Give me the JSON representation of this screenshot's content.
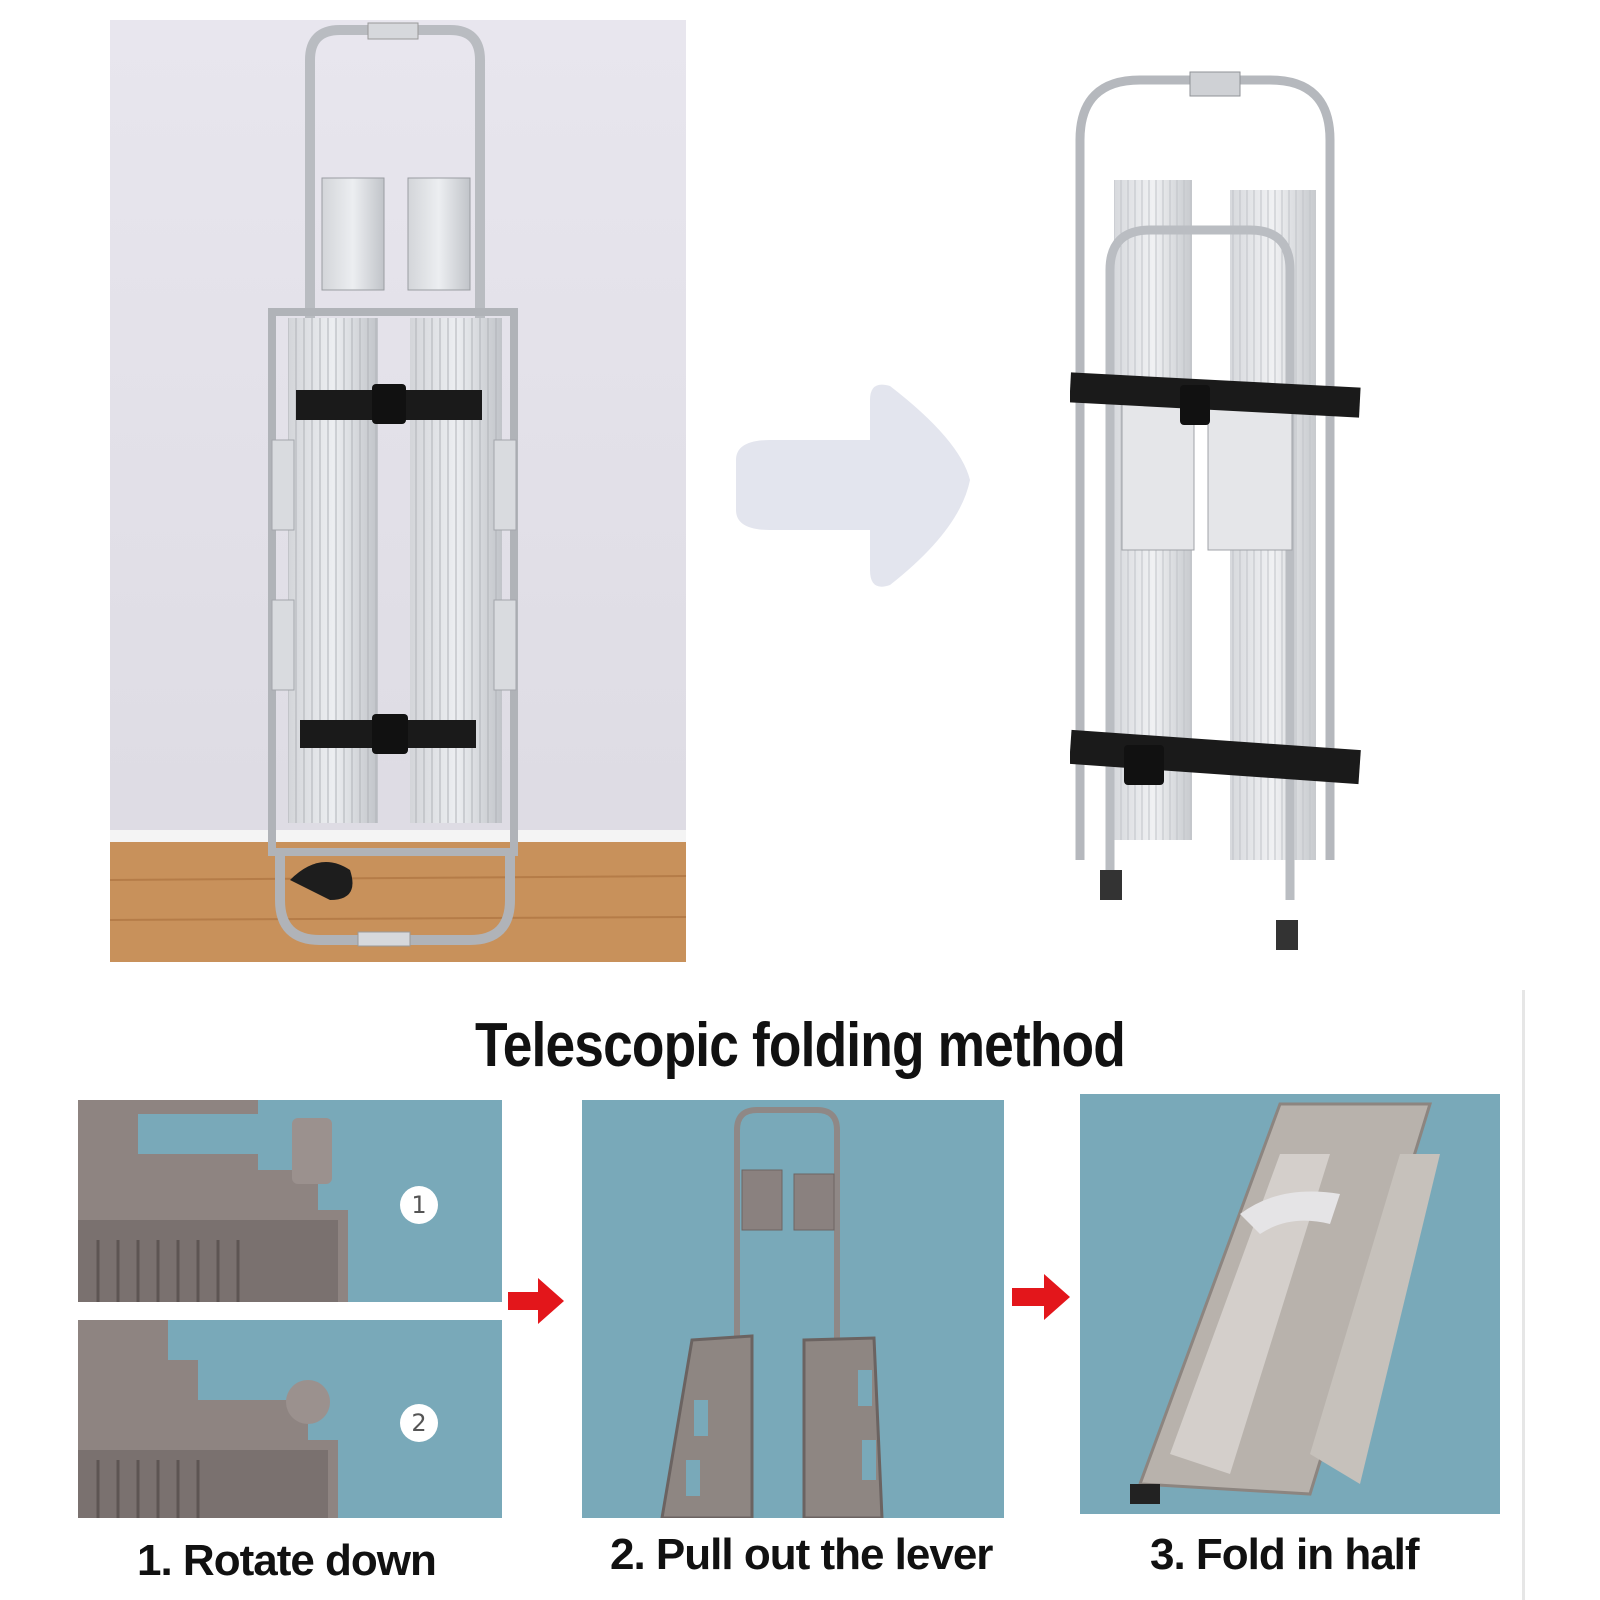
{
  "title": "Telescopic folding method",
  "steps": [
    {
      "label": "1. Rotate down"
    },
    {
      "label": "2. Pull out the lever"
    },
    {
      "label": "3. Fold in half"
    }
  ],
  "badges": [
    "1",
    "2"
  ],
  "colors": {
    "wall": "#e4e2ea",
    "floor": "#c8915b",
    "aluminum": "#c6c8cc",
    "strap": "#1a1a1a",
    "arrow_gray": "#e3e5ee",
    "arrow_red": "#e3161b",
    "photo_background": "#79a9b9"
  }
}
